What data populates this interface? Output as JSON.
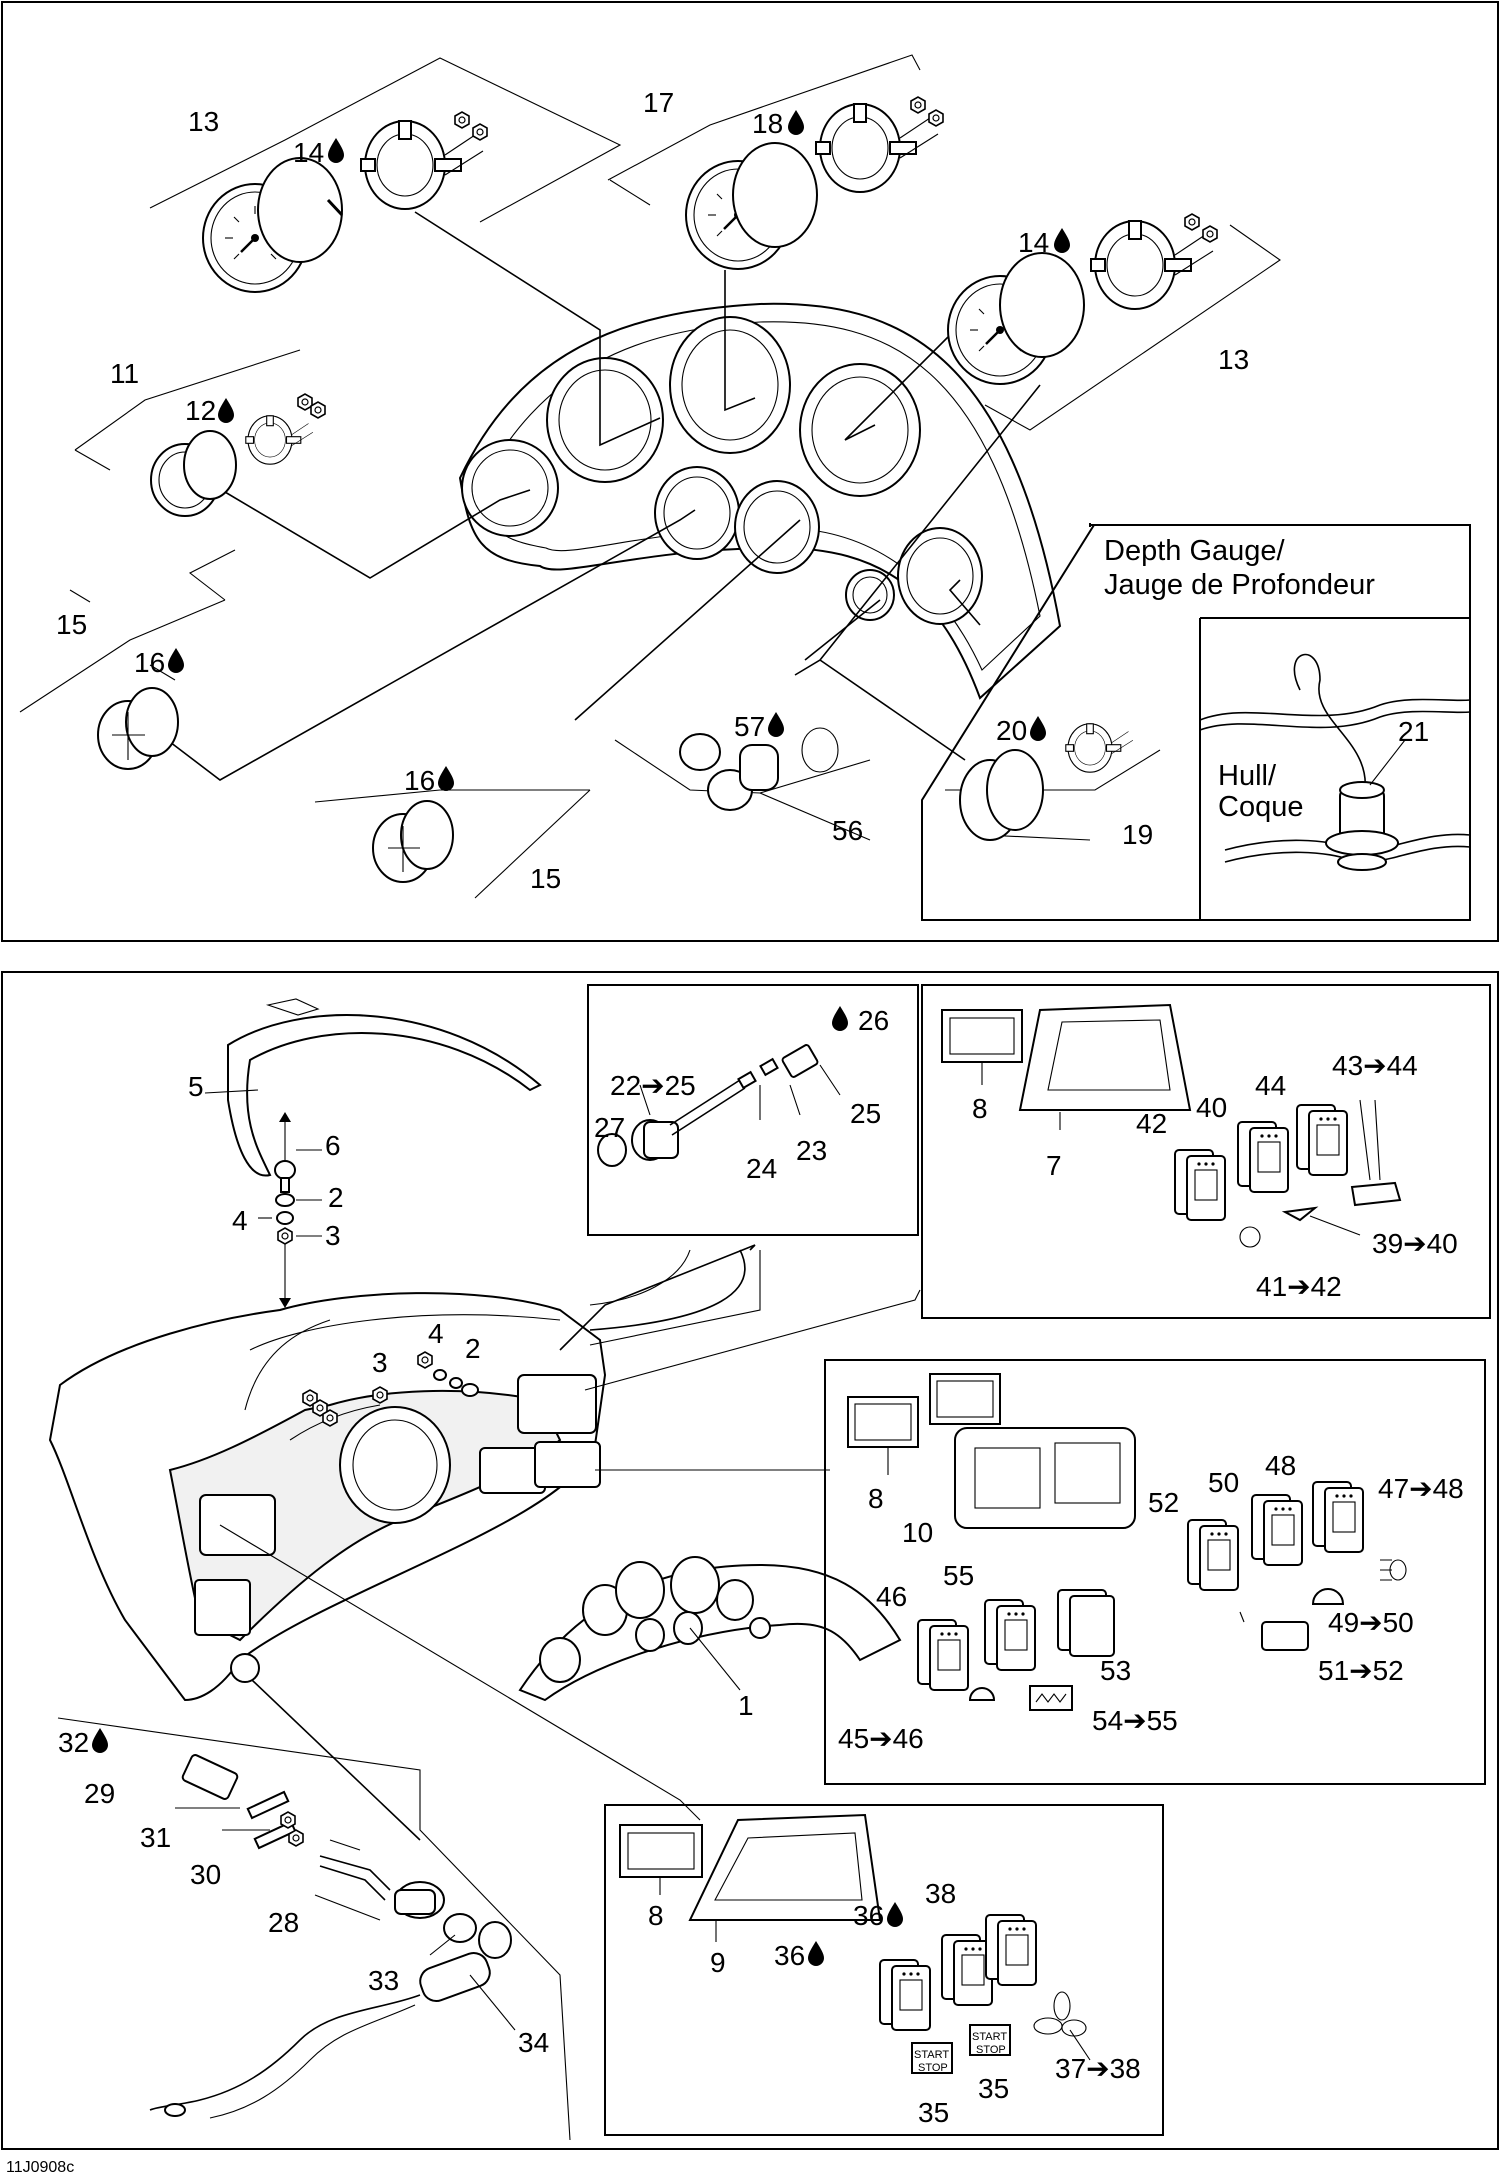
{
  "drawing_code": "11J0908c",
  "depth_gauge_title": [
    "Depth Gauge/",
    "Jauge de Profondeur"
  ],
  "hull_label": [
    "Hull/",
    "Coque"
  ],
  "callouts": {
    "c13a": "13",
    "c14a": "14",
    "c17": "17",
    "c18": "18",
    "c14b": "14",
    "c13b": "13",
    "c11": "11",
    "c12": "12",
    "c15a": "15",
    "c16a": "16",
    "c16b": "16",
    "c15b": "15",
    "c57": "57",
    "c56": "56",
    "c20": "20",
    "c19": "19",
    "c21": "21",
    "c5": "5",
    "c6": "6",
    "c2a": "2",
    "c4a": "4",
    "c3a": "3",
    "c3b": "3",
    "c4b": "4",
    "c2b": "2",
    "c1": "1",
    "c26": "26",
    "c22_25": "22➔25",
    "c27": "27",
    "c25": "25",
    "c24": "24",
    "c23": "23",
    "c8a": "8",
    "c7": "7",
    "c42a": "42",
    "c40a": "40",
    "c44a": "44",
    "c43_44": "43➔44",
    "c39_40": "39➔40",
    "c41_42": "41➔42",
    "c8b": "8",
    "c10": "10",
    "c48": "48",
    "c50": "50",
    "c52": "52",
    "c47_48": "47➔48",
    "c46": "46",
    "c55": "55",
    "c53": "53",
    "c49_50": "49➔50",
    "c51_52": "51➔52",
    "c45_46": "45➔46",
    "c54_55": "54➔55",
    "c32": "32",
    "c29": "29",
    "c31": "31",
    "c30": "30",
    "c28": "28",
    "c33": "33",
    "c34": "34",
    "c8c": "8",
    "c9": "9",
    "c38": "38",
    "c36a": "36",
    "c36b": "36",
    "c37_38": "37➔38",
    "c35a": "35",
    "c35b": "35"
  },
  "switch_labels": {
    "start": "START",
    "stop": "STOP"
  }
}
